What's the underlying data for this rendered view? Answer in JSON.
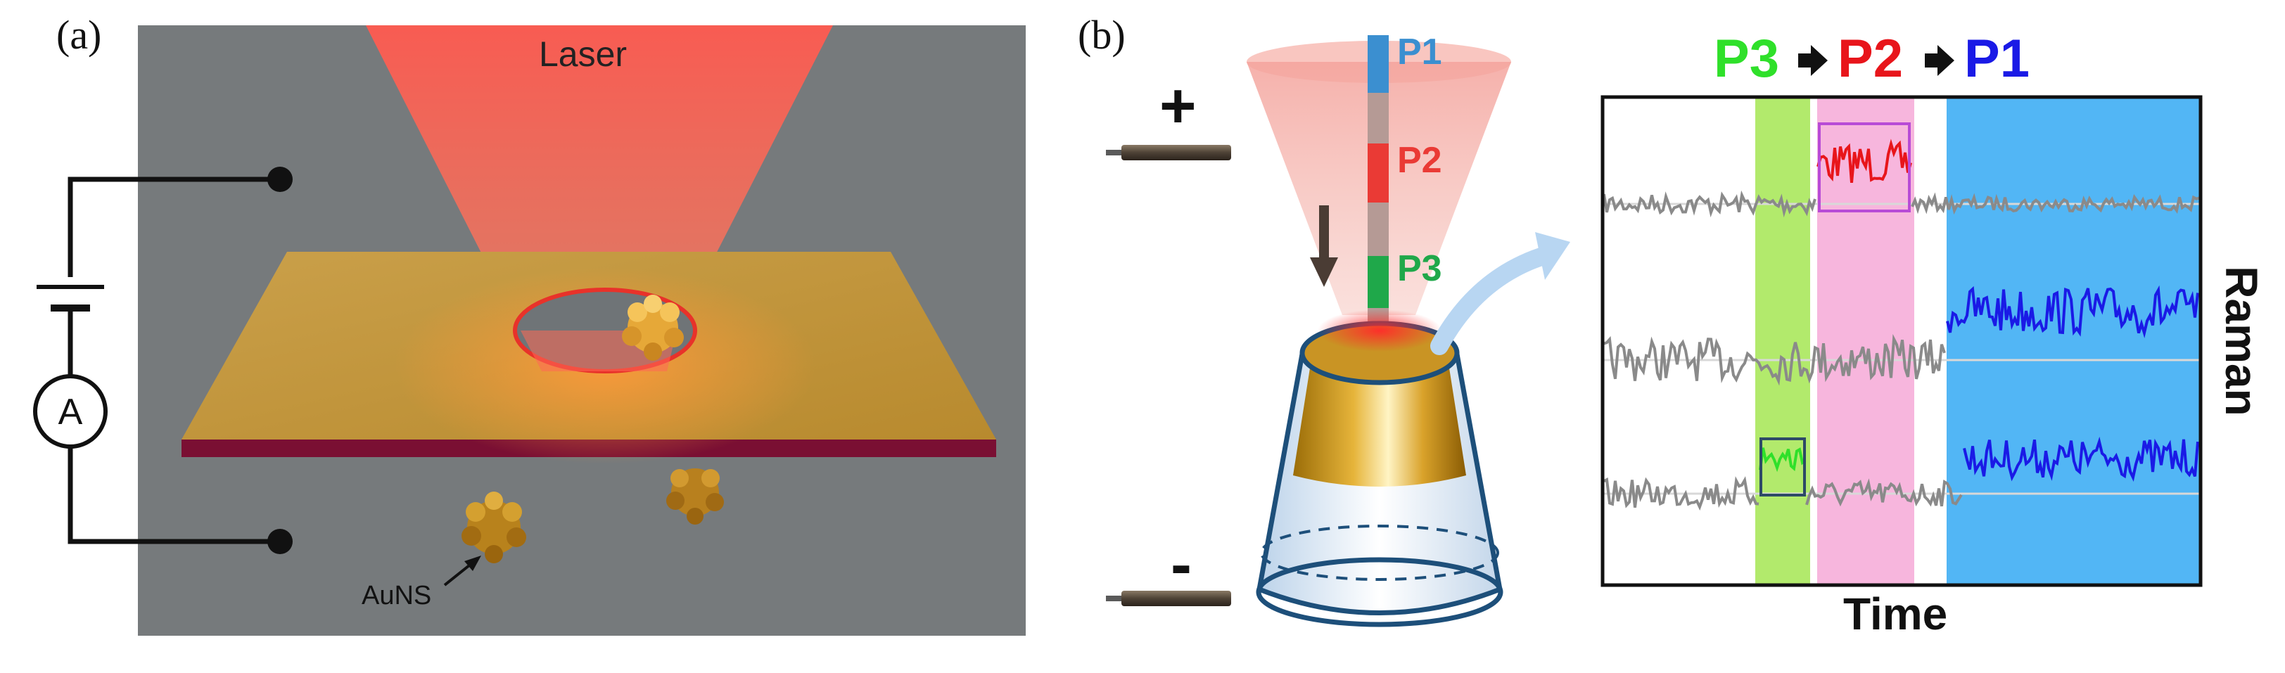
{
  "panel_a": {
    "label": "(a)",
    "laser_label": "Laser",
    "ammeter_label": "A",
    "particle_label": "AuNS"
  },
  "panel_b": {
    "label": "(b)",
    "plus_label": "+",
    "minus_label": "-",
    "segments": [
      {
        "name": "P1",
        "color": "#3b8fd0"
      },
      {
        "name": "P2",
        "color": "#ea3a35"
      },
      {
        "name": "P3",
        "color": "#1fa84a"
      }
    ],
    "sequence": [
      "P3",
      "P2",
      "P1"
    ],
    "sequence_colors": {
      "P3": "#2fe02a",
      "P2": "#e8151b",
      "P1": "#1a1ae6"
    },
    "band_colors": {
      "P3": "#b2ea6c",
      "P2": "#f7b6dd",
      "P1": "#52b6f5"
    },
    "x_axis_label": "Time",
    "y_axis_label": "Raman"
  }
}
